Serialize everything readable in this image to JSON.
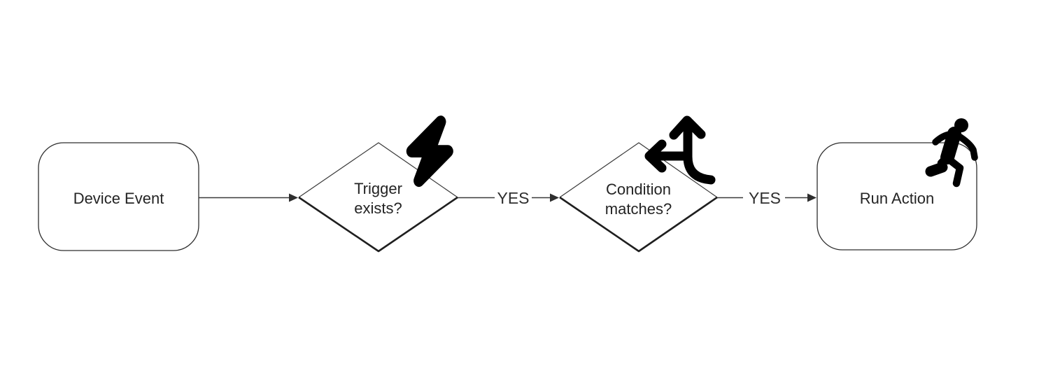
{
  "diagram": {
    "type": "flowchart",
    "direction": "left-to-right",
    "background_color": "#ffffff",
    "line_color": "#333333",
    "text_color": "#242424",
    "icon_color": "#000000",
    "nodes": [
      {
        "id": "device-event",
        "shape": "rounded-rectangle",
        "label": "Device Event",
        "icon": null
      },
      {
        "id": "trigger-exists",
        "shape": "diamond",
        "label": "Trigger exists?",
        "label_line1": "Trigger",
        "label_line2": "exists?",
        "icon": "lightning-bolt-icon"
      },
      {
        "id": "condition-matches",
        "shape": "diamond",
        "label": "Condition matches?",
        "label_line1": "Condition",
        "label_line2": "matches?",
        "icon": "split-arrows-icon"
      },
      {
        "id": "run-action",
        "shape": "rounded-rectangle",
        "label": "Run Action",
        "icon": "person-running-icon"
      }
    ],
    "edges": [
      {
        "from": "device-event",
        "to": "trigger-exists",
        "label": ""
      },
      {
        "from": "trigger-exists",
        "to": "condition-matches",
        "label": "YES"
      },
      {
        "from": "condition-matches",
        "to": "run-action",
        "label": "YES"
      }
    ]
  }
}
